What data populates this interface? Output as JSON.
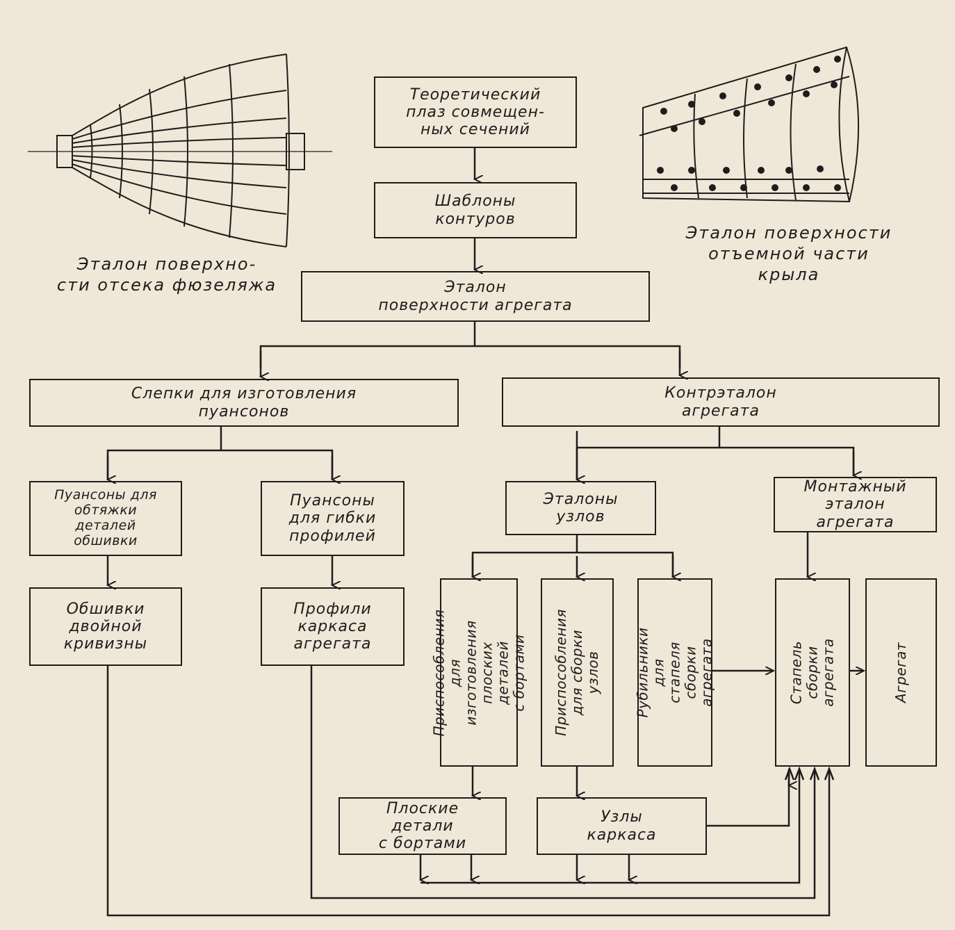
{
  "colors": {
    "ink": "#1e1c1c",
    "paper": "#efe8d8"
  },
  "captions": {
    "fuselage": "Эталон  поверхно-\nсти отсека фюзеляжа",
    "wing": "Эталон поверхности\nотъемной  части\nкрыла"
  },
  "boxes": {
    "theory_plaz": "Теоретический\nплаз совмещен-\nных сечений",
    "contour_templates": "Шаблоны\nконтуров",
    "unit_surface_master": "Эталон\nповерхности  агрегата",
    "punch_casts": "Слепки  для  изготовления\nпуансонов",
    "counter_master": "Контрэталон\nагрегата",
    "stretch_punches": "Пуансоны для\nобтяжки\nдеталей\nобшивки",
    "bending_punches": "Пуансоны\nдля  гибки\nпрофилей",
    "node_masters": "Эталоны\nузлов",
    "assembly_master": "Монтажный\nэталон\nагрегата",
    "double_curvature_skins": "Обшивки\nдвойной\nкривизны",
    "frame_profiles": "Профили\nкаркаса\nагрегата",
    "flat_part_fixtures": "Приспособления\nдля изготовления\nплоских деталей\nс бортами",
    "node_assembly_fixtures": "Приспособления\nдля сборки\nузлов",
    "jig_boards": "Рубильники для\nстапеля сборки\nагрегата",
    "assembly_jig": "Стапель\nсборки\nагрегата",
    "unit": "Агрегат",
    "flat_parts": "Плоские\nдетали\nс  бортами",
    "frame_nodes": "Узлы\nкаркаса"
  }
}
